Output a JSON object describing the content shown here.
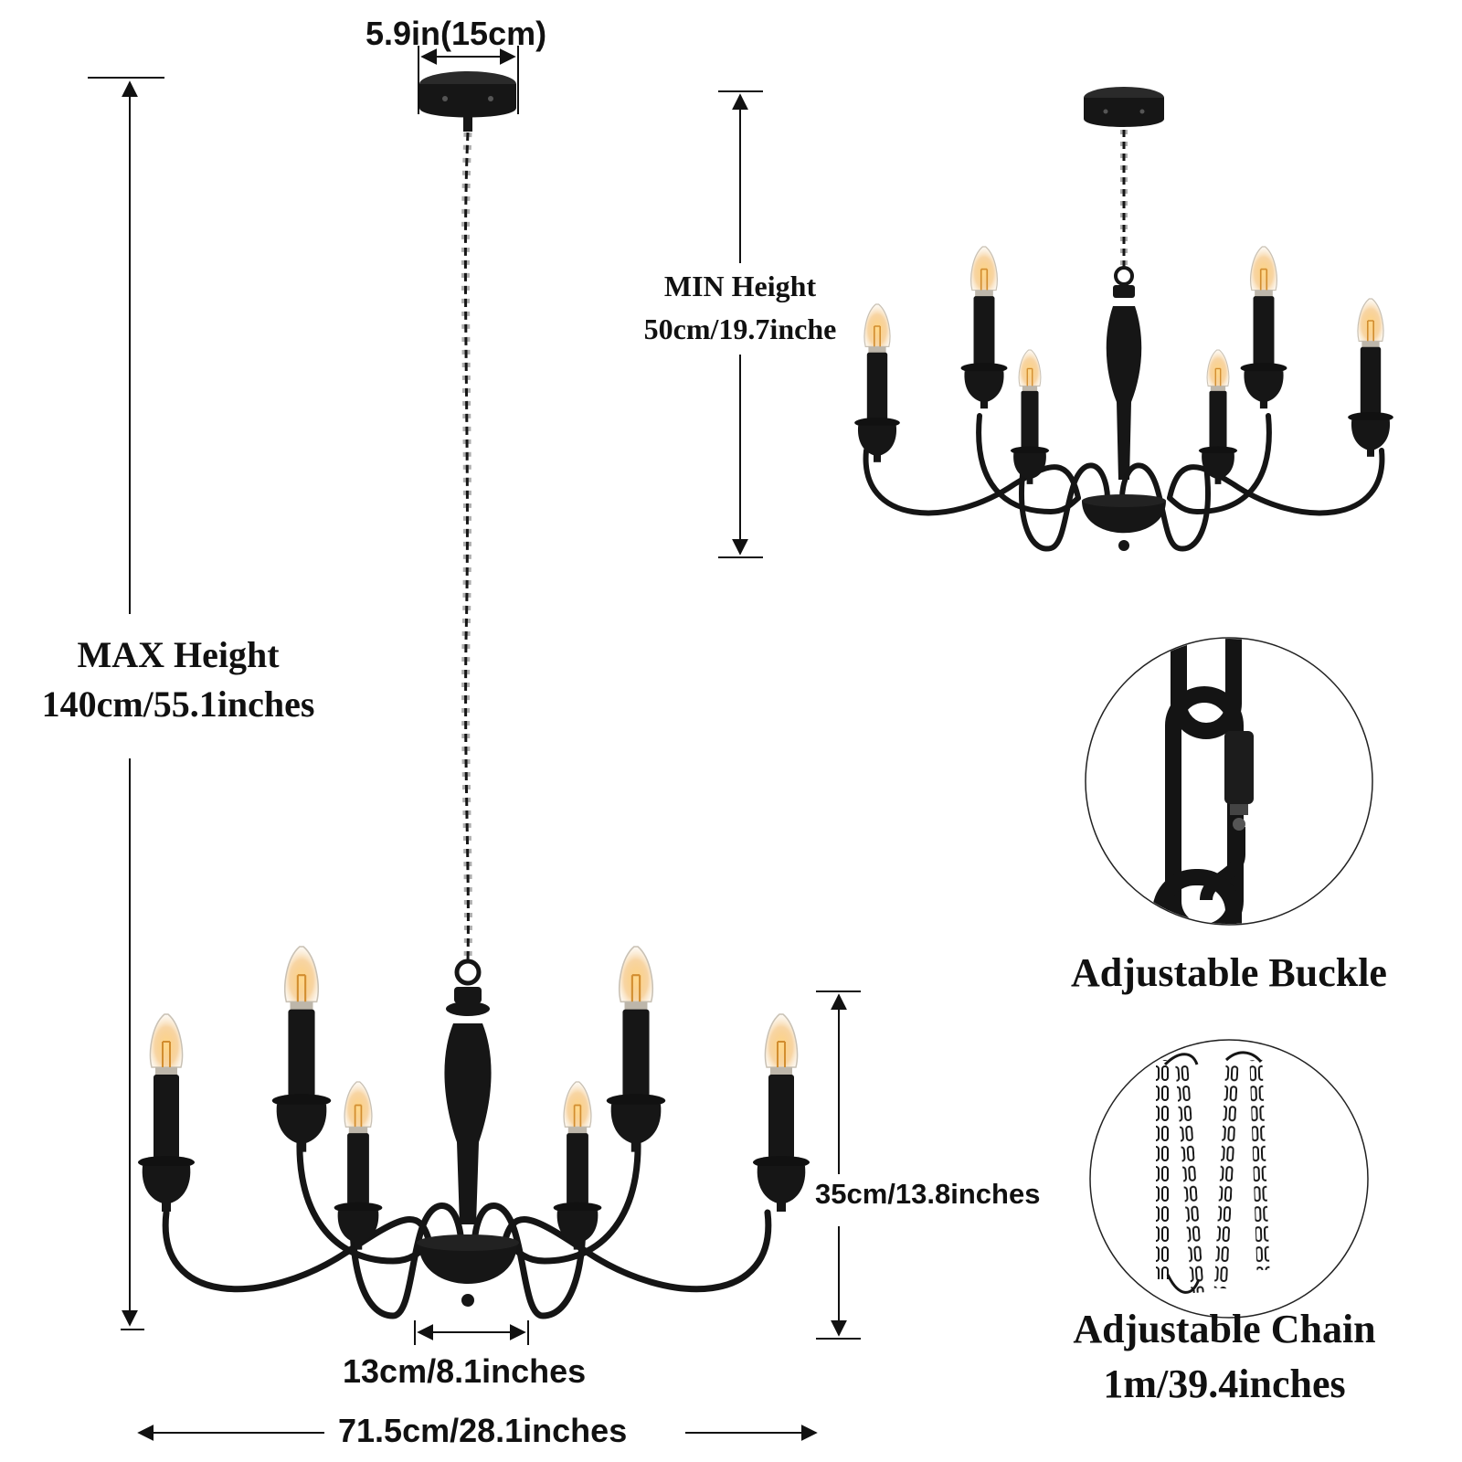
{
  "dimensions": {
    "canopy_width": "5.9in(15cm)",
    "max_height_title": "MAX Height",
    "max_height_value": "140cm/55.1inches",
    "min_height_title": "MIN Height",
    "min_height_value": "50cm/19.7inche",
    "body_height": "35cm/13.8inches",
    "bowl_width": "13cm/8.1inches",
    "total_width": "71.5cm/28.1inches"
  },
  "features": {
    "buckle_label": "Adjustable Buckle",
    "chain_label": "Adjustable Chain",
    "chain_length": "1m/39.4inches"
  },
  "colors": {
    "fixture": "#141414",
    "bulb_glow": "#f2b35a",
    "dimension_line": "#111111",
    "background": "#ffffff"
  },
  "icons": [
    "chandelier",
    "ceiling-canopy",
    "candle-bulb",
    "chain",
    "buckle"
  ]
}
